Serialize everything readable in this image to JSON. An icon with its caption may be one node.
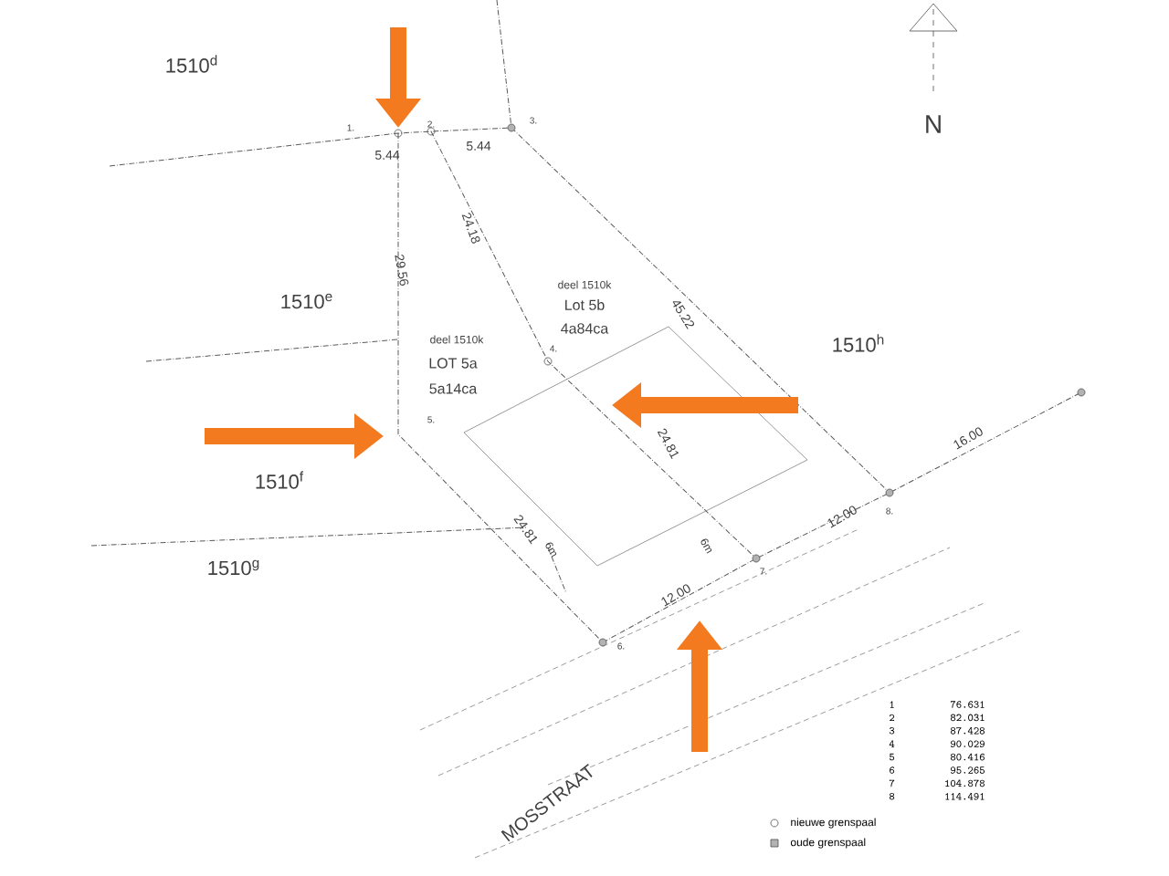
{
  "diagram": {
    "labels": [
      "1510$^{d}$",
      "1.",
      "2.",
      "3.",
      "5.44",
      "5.44",
      "N",
      "29.56",
      "24.18",
      "45.22",
      "deel 1510k",
      "Lot 5b",
      "4a84ca",
      "1510$^{e}$",
      "deel 1510k",
      "LOT 5a",
      "5a14ca",
      "4.",
      "1510$^{h}$",
      "5.",
      "24.81",
      "16.00",
      "1510$^{f}$",
      "8.",
      "12.00",
      "24.81",
      "6m",
      "6m",
      "1510$^{g}$",
      "7.",
      "12.00",
      "6.",
      "MOSSTRAAT",
      "1",
      "76.631",
      "2",
      "82.031",
      "3",
      "87.428",
      "4",
      "90.029",
      "5",
      "80.416",
      "6",
      "95.265",
      "7",
      "104.878",
      "8",
      "114.491"
    ],
    "legend": [
      {
        "text": "nieuwe grenspaal"
      },
      {
        "text": "oude grenspaal"
      }
    ]
  }
}
